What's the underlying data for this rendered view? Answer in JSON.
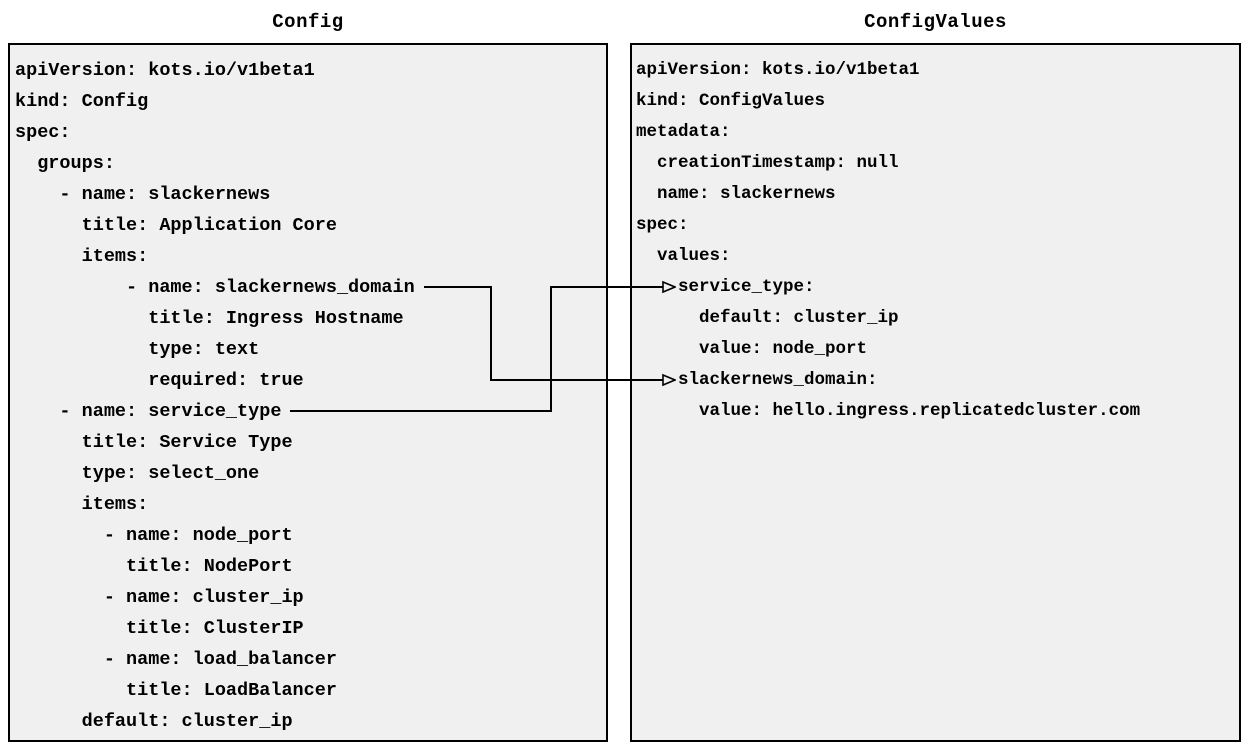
{
  "colors": {
    "background": "#ffffff",
    "panel_fill": "#f0f0f0",
    "panel_border": "#000000",
    "text": "#000000",
    "connector": "#000000"
  },
  "left_panel": {
    "title": "Config",
    "yaml_lines": [
      "apiVersion: kots.io/v1beta1",
      "kind: Config",
      "spec:",
      "  groups:",
      "    - name: slackernews",
      "      title: Application Core",
      "      items:",
      "          - name: slackernews_domain",
      "            title: Ingress Hostname",
      "            type: text",
      "            required: true",
      "    - name: service_type",
      "      title: Service Type",
      "      type: select_one",
      "      items:",
      "        - name: node_port",
      "          title: NodePort",
      "        - name: cluster_ip",
      "          title: ClusterIP",
      "        - name: load_balancer",
      "          title: LoadBalancer",
      "      default: cluster_ip"
    ]
  },
  "right_panel": {
    "title": "ConfigValues",
    "yaml_lines": [
      "apiVersion: kots.io/v1beta1",
      "kind: ConfigValues",
      "metadata:",
      "  creationTimestamp: null",
      "  name: slackernews",
      "spec:",
      "  values:",
      "    service_type:",
      "      default: cluster_ip",
      "      value: node_port",
      "    slackernews_domain:",
      "      value: hello.ingress.replicatedcluster.com"
    ]
  },
  "connections": [
    {
      "from": "slackernews_domain",
      "to": "slackernews_domain"
    },
    {
      "from": "service_type",
      "to": "service_type"
    }
  ]
}
